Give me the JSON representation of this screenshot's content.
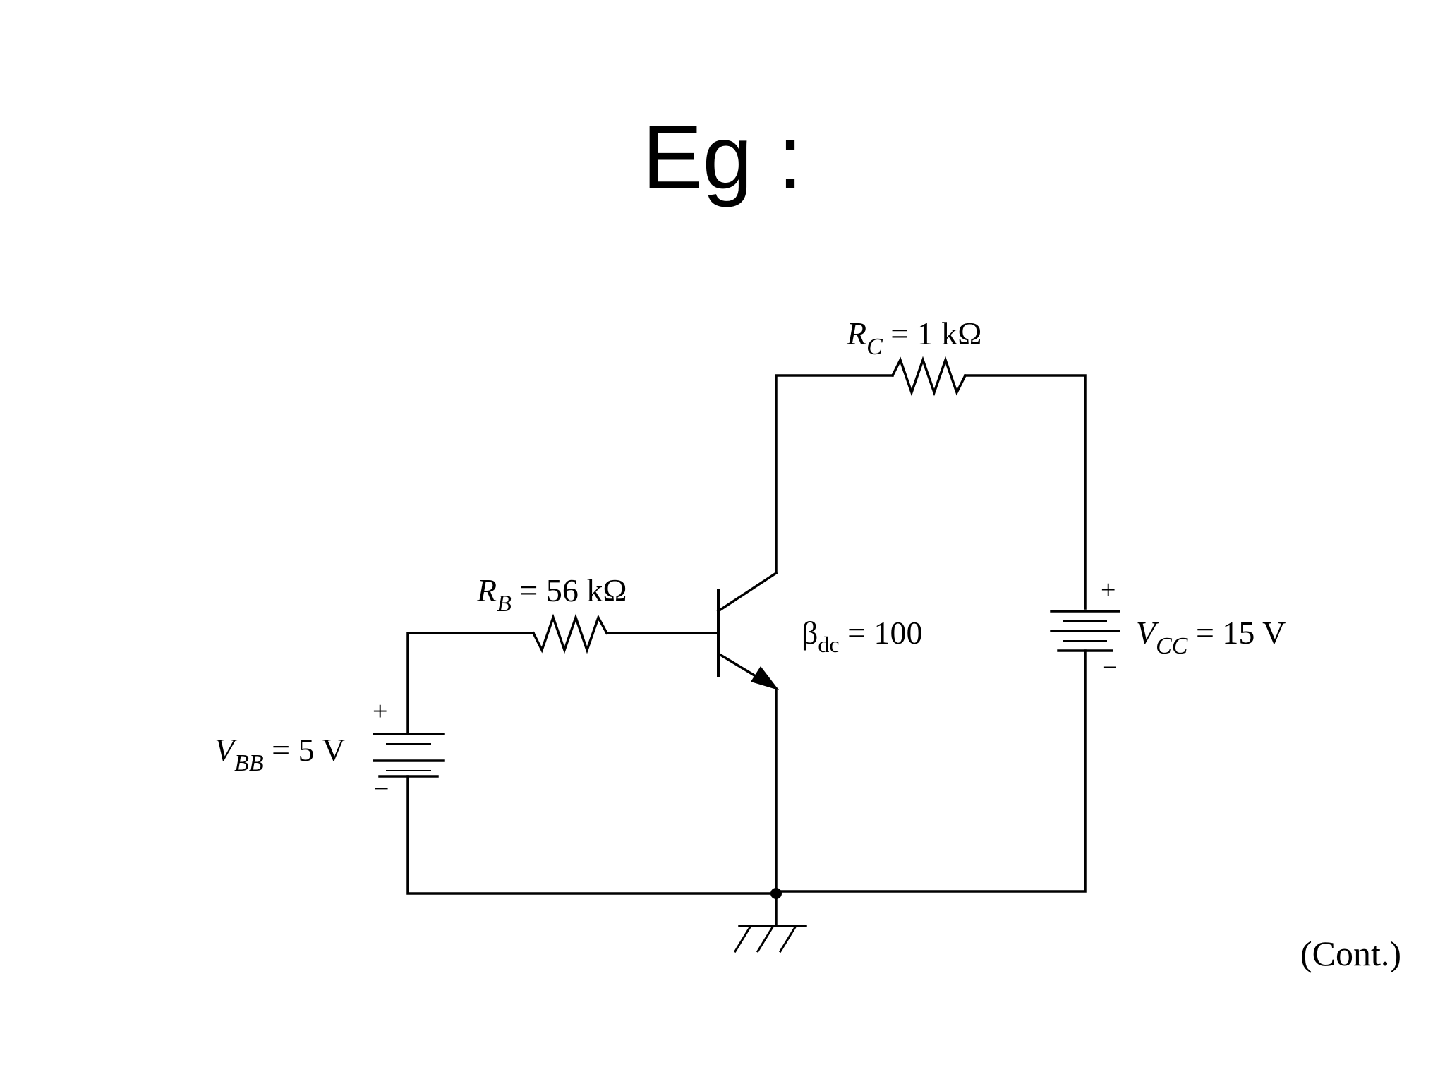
{
  "slide": {
    "title": "Eg :",
    "continuation": "(Cont.)"
  },
  "circuit": {
    "rc": {
      "symbol": "R",
      "subscript": "C",
      "value": " = 1 kΩ"
    },
    "rb": {
      "symbol": "R",
      "subscript": "B",
      "value": " = 56 kΩ"
    },
    "beta": {
      "symbol": "β",
      "subscript": "dc",
      "value": " = 100"
    },
    "vcc": {
      "symbol": "V",
      "subscript": "CC",
      "value": " = 15 V",
      "plus": "+",
      "minus": "−"
    },
    "vbb": {
      "symbol": "V",
      "subscript": "BB",
      "value": " = 5 V",
      "plus": "+",
      "minus": "−"
    },
    "colors": {
      "ink": "#000000",
      "background": "#ffffff"
    }
  }
}
